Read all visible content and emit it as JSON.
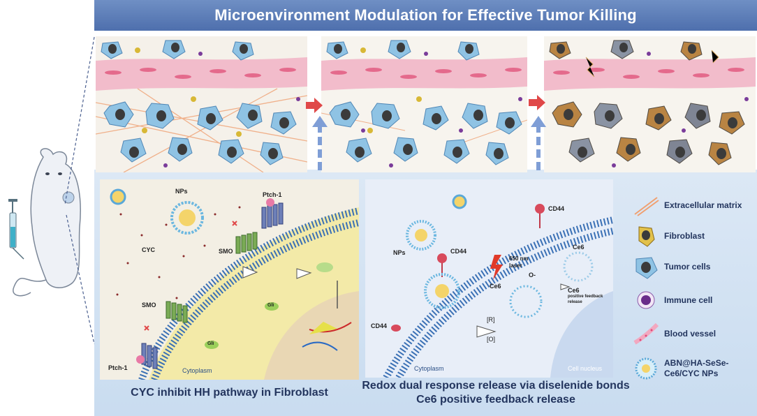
{
  "title": "Microenvironment Modulation  for Effective Tumor Killing",
  "left_panel": {
    "caption": "CYC inhibit HH pathway in Fibroblast",
    "labels": {
      "nps": "NPs",
      "ptch1_top": "Ptch-1",
      "cyc": "CYC",
      "smo_top": "SMO",
      "smo_bottom": "SMO",
      "ptch1_bottom": "Ptch-1",
      "gli_1": "Gli",
      "gli_2": "Gli",
      "cytoplasm": "Cytoplasm"
    }
  },
  "mid_panel": {
    "caption_line1": "Redox dual response release via  diselenide bonds",
    "caption_line2": "Ce6 positive feedback  release",
    "labels": {
      "cd44_top": "CD44",
      "nps": "NPs",
      "cd44_mid": "CD44",
      "laser": "650 nm\nlaser",
      "ce6_left": "Ce6",
      "o_minus": "O-",
      "ce6_top": "Ce6",
      "ce6_feedback_title": "Ce6",
      "ce6_feedback_text": "positive feedback\nrelease",
      "r_label": "[R]",
      "o_label": "[O]",
      "cd44_bottom": "CD44",
      "cytoplasm": "Cytoplasm",
      "nucleus": "Cell nucleus"
    }
  },
  "legend": [
    {
      "label": "Extracellular matrix",
      "icon": "ecm-fiber-icon"
    },
    {
      "label": "Fibroblast",
      "icon": "fibroblast-icon"
    },
    {
      "label": "Tumor cells",
      "icon": "tumor-cell-icon"
    },
    {
      "label": "Immune cell",
      "icon": "immune-cell-icon"
    },
    {
      "label": "Blood vessel",
      "icon": "blood-vessel-icon"
    },
    {
      "label": "ABN@HA-SeSe-\nCe6/CYC NPs",
      "icon": "nanoparticle-icon"
    }
  ],
  "colors": {
    "title_bar": "#5a7bb8",
    "caption": "#23355e",
    "arrow": "#e04848",
    "dashed_arrow": "#7f9ed6"
  }
}
